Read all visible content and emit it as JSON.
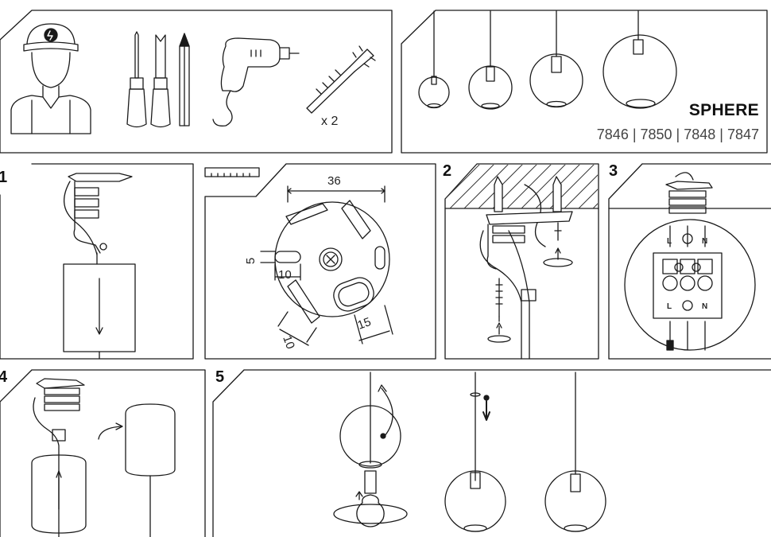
{
  "product": {
    "name": "SPHERE",
    "codes": "7846 | 7850 | 7848 | 7847"
  },
  "tools": {
    "screw_count": "x 2"
  },
  "steps": [
    "1",
    "2",
    "3",
    "4",
    "5"
  ],
  "dimensions": {
    "width": "36",
    "slot_height": "5",
    "slot_width": "10",
    "hole_long": "15",
    "hole_short": "10"
  },
  "wiring": {
    "live": "L",
    "neutral": "N"
  },
  "colors": {
    "line": "#1a1a1a",
    "ceiling_hatch": "#333333"
  }
}
